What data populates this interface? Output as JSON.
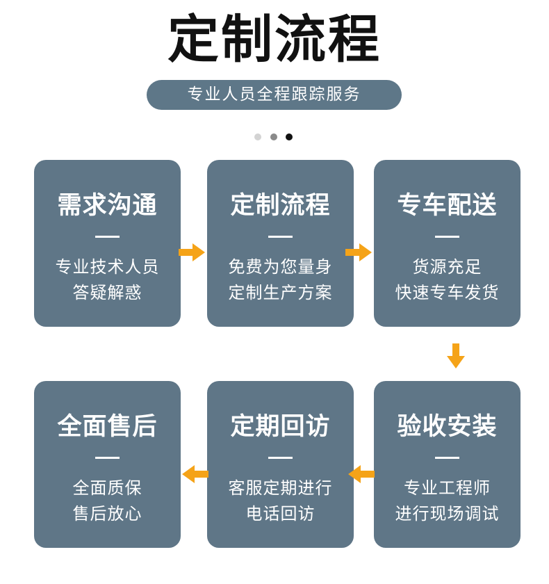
{
  "header": {
    "title": "定制流程",
    "subtitle": "专业人员全程跟踪服务"
  },
  "pager": {
    "dots": [
      "#d3d3d3",
      "#8a8a8a",
      "#111111"
    ]
  },
  "colors": {
    "card": "#5f7687",
    "pill": "#5e7788",
    "arrow": "#f5a318"
  },
  "steps": [
    {
      "title": "需求沟通",
      "lines": [
        "专业技术人员",
        "答疑解惑"
      ]
    },
    {
      "title": "定制流程",
      "lines": [
        "免费为您量身",
        "定制生产方案"
      ]
    },
    {
      "title": "专车配送",
      "lines": [
        "货源充足",
        "快速专车发货"
      ]
    },
    {
      "title": "验收安装",
      "lines": [
        "专业工程师",
        "进行现场调试"
      ]
    },
    {
      "title": "定期回访",
      "lines": [
        "客服定期进行",
        "电话回访"
      ]
    },
    {
      "title": "全面售后",
      "lines": [
        "全面质保",
        "售后放心"
      ]
    }
  ],
  "arrows": [
    {
      "icon": "arrow-right-icon",
      "direction": "right"
    },
    {
      "icon": "arrow-right-icon",
      "direction": "right"
    },
    {
      "icon": "arrow-down-icon",
      "direction": "down"
    },
    {
      "icon": "arrow-left-icon",
      "direction": "left"
    },
    {
      "icon": "arrow-left-icon",
      "direction": "left"
    }
  ]
}
